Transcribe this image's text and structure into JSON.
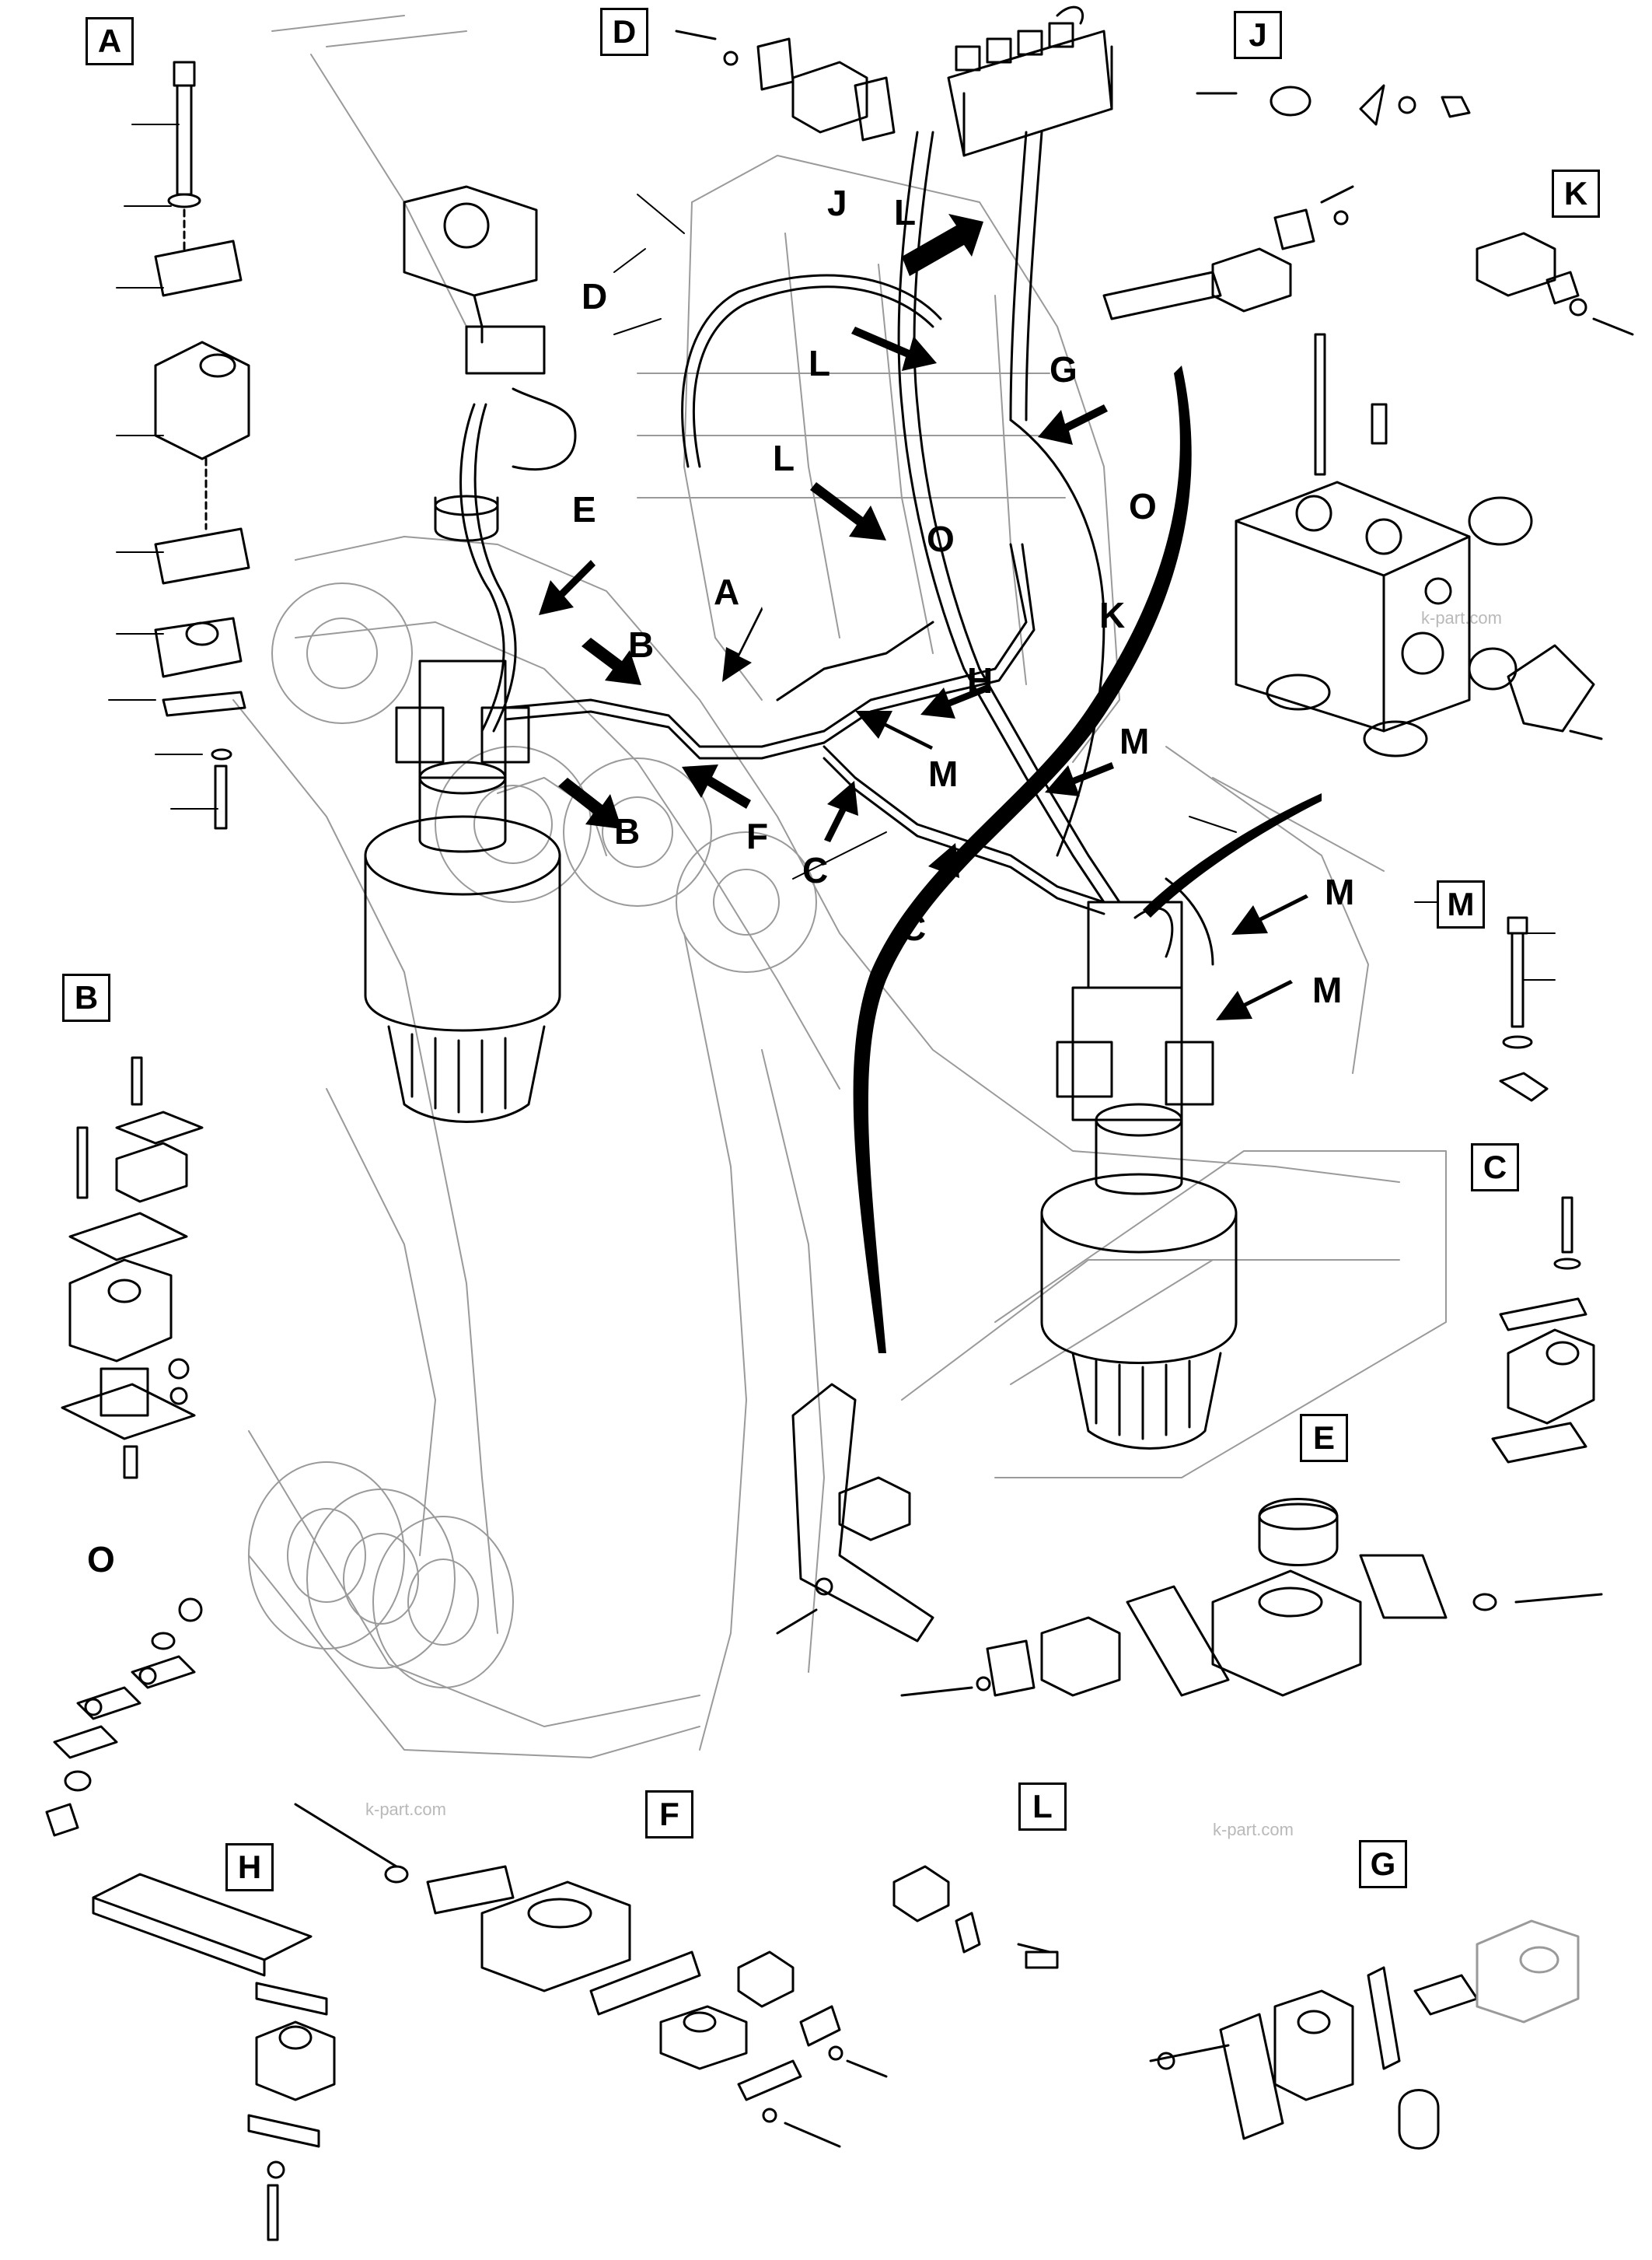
{
  "detail_boxes": {
    "A": "A",
    "B": "B",
    "C": "C",
    "D": "D",
    "E": "E",
    "F": "F",
    "G": "G",
    "H": "H",
    "J": "J",
    "K": "K",
    "L": "L",
    "M": "M"
  },
  "detail_bare": {
    "O": "O"
  },
  "callouts": {
    "A": "A",
    "B1": "B",
    "B2": "B",
    "C1": "C",
    "C2": "C",
    "D": "D",
    "E": "E",
    "F": "F",
    "G": "G",
    "H": "H",
    "J": "J",
    "K": "K",
    "L1": "L",
    "L2": "L",
    "L3": "L",
    "M1": "M",
    "M2": "M",
    "M3": "M",
    "M4": "M",
    "O1": "O",
    "O2": "O"
  },
  "watermarks": {
    "w1": "k-part.com",
    "w2": "k-part.com",
    "w3": "k-part.com"
  },
  "colors": {
    "line": "#000000",
    "faint": "#9a9a9a",
    "paper": "#ffffff"
  }
}
